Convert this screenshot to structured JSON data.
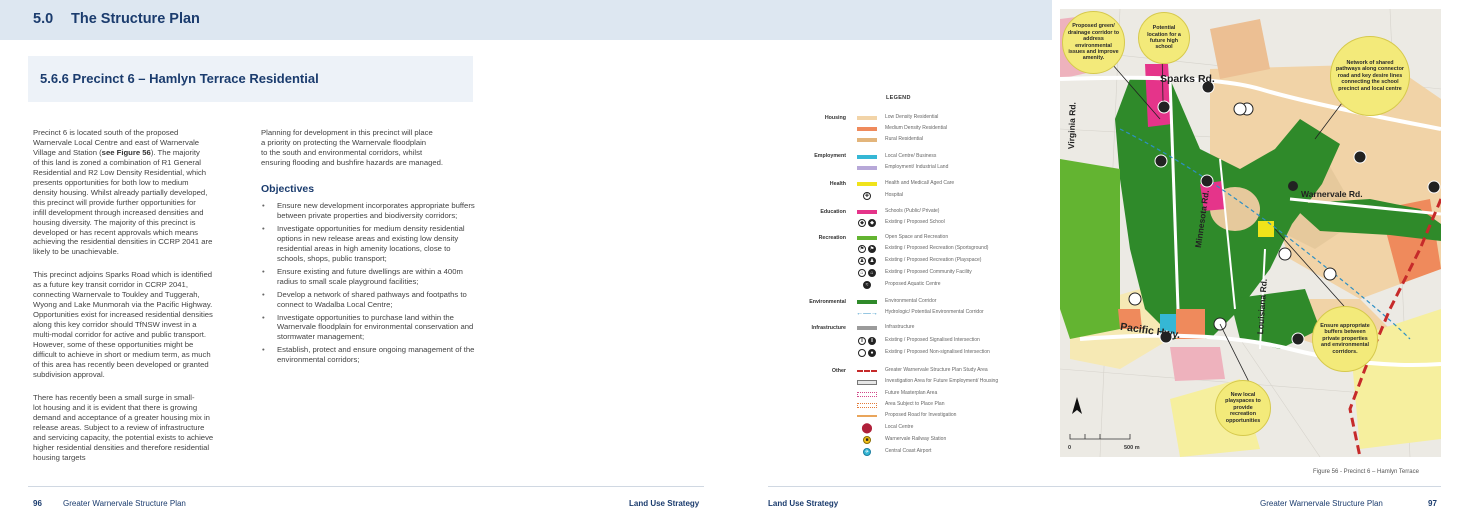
{
  "header": {
    "section_number": "5.0",
    "section_title": "The Structure Plan"
  },
  "precinct": {
    "heading": "5.6.6 Precinct 6 – Hamlyn Terrace Residential"
  },
  "left_column": {
    "para1_lines": [
      "Precinct 6 is located south of the proposed",
      "Warnervale Local Centre and east of Warnervale",
      "Village and Station (",
      "of this land is zoned a combination of R1 General",
      "Residential and R2 Low Density Residential, which",
      "presents opportunities for both low to medium",
      "density housing. Whilst already partially developed,",
      "this precinct will provide further opportunities for",
      "infill development through increased densities and",
      "housing diversity. The majority of this precinct is",
      "developed or has recent approvals which means",
      "achieving the residential densities in CCRP 2041 are",
      "likely to be unachievable."
    ],
    "para1_ref": "see Figure 56",
    "para1_ref_tail": "). The majority",
    "para2_lines": [
      "This precinct adjoins Sparks Road which is identified",
      "as a future key transit corridor in CCRP 2041,",
      "connecting Warnervale to Toukley and Tuggerah,",
      "Wyong and Lake Munmorah via the Pacific Highway.",
      "Opportunities exist for increased residential densities",
      "along this key corridor should TfNSW invest in a",
      "multi-modal corridor for active and public transport.",
      "However, some of these opportunities might be",
      "difficult to achieve in short or medium term, as much",
      "of this area has recently been developed or granted",
      "subdivision approval."
    ],
    "para3_lines": [
      "There has recently been a small surge in small-",
      "lot housing and it is evident that there is growing",
      "demand and acceptance of a greater housing mix in",
      "release areas. Subject to a review of infrastructure",
      "and servicing capacity, the potential exists to achieve",
      "higher residential densities and therefore residential",
      "housing targets"
    ]
  },
  "right_column": {
    "intro_lines": [
      "Planning for development in this precinct will place",
      "a priority on protecting the Warnervale floodplain",
      "to the south and environmental corridors, whilst",
      "ensuring flooding and bushfire hazards are managed."
    ],
    "objectives_heading": "Objectives",
    "objectives": [
      "Ensure new development incorporates appropriate buffers between private properties and biodiversity corridors;",
      "Investigate opportunities for medium density residential options in new release areas and existing low density residential areas in high amenity locations, close to schools, shops, public transport;",
      "Ensure existing and future dwellings are within a 400m radius to small scale playground facilities;",
      "Develop a network of shared pathways and footpaths to connect to Wadalba Local Centre;",
      "Investigate opportunities to purchase land within the Warnervale floodplain for environmental conservation and stormwater management;",
      "Establish, protect and ensure ongoing management of the environmental corridors;"
    ]
  },
  "footer": {
    "left_page": "96",
    "left_doc": "Greater Warnervale Structure Plan",
    "left_section": "Land Use Strategy",
    "right_section": "Land Use Strategy",
    "right_doc": "Greater Warnervale Structure Plan",
    "right_page": "97"
  },
  "legend": {
    "title": "LEGEND",
    "categories": {
      "housing": "Housing",
      "employment": "Employment",
      "health": "Health",
      "education": "Education",
      "recreation": "Recreation",
      "environmental": "Environmental",
      "infrastructure": "Infrastructure",
      "other": "Other"
    },
    "items": {
      "low_density": "Low Density Residential",
      "medium_density": "Medium Density Residential",
      "rural": "Rural Residential",
      "local_centre_business": "Local Centre/ Business",
      "employment_industrial": "Employment/ Industrial Land",
      "health_aged": "Health and Medical/ Aged Care",
      "hospital": "Hospital",
      "schools": "Schools (Public/ Private)",
      "school_points": "Existing / Proposed School",
      "open_space": "Open Space and Recreation",
      "rec_sport": "Existing / Proposed Recreation (Sportsground)",
      "rec_play": "Existing / Proposed Recreation (Playspace)",
      "community": "Existing / Proposed Community Facility",
      "aquatic": "Proposed Aquatic Centre",
      "env_corridor": "Environmental Corridor",
      "hydrologic": "Hydrologic/ Potential Environmental Corridor",
      "infrastructure": "Infrastructure",
      "signalised": "Existing / Proposed Signalised Intersection",
      "non_signalised": "Existing / Proposed Non-signalised Intersection",
      "study_area": "Greater Warnervale Structure Plan Study Area",
      "investigation": "Investigation Area for Future Employment/ Housing",
      "masterplan": "Future Masterplan Area",
      "place_plan": "Area Subject to Place Plan",
      "road_investigation": "Proposed Road for Investigation",
      "local_centre": "Local Centre",
      "station": "Warnervale Railway Station",
      "airport": "Central Coast Airport"
    },
    "colors": {
      "low_density": "#f2d4a8",
      "medium_density": "#ef8a5c",
      "rural": "#e3b57b",
      "local_centre": "#35b7d5",
      "employment": "#b7a8d8",
      "health": "#f0e31a",
      "schools": "#e5348a",
      "open_space": "#63b431",
      "env_corridor": "#2f8a2a",
      "infrastructure": "#9b9b9b",
      "study_area": "#c62a2a"
    }
  },
  "map": {
    "road_labels": {
      "sparks": "Sparks Rd.",
      "warnervale": "Warnervale Rd.",
      "virginia": "Virginia Rd.",
      "minnesota": "Minnesota Rd.",
      "louisiana": "Louisiana Rd.",
      "pacific": "Pacific Hwy."
    },
    "callouts": {
      "green_corridor": "Proposed green/ drainage corridor to address environmental issues and improve amenity.",
      "high_school": "Potential location for a future high school",
      "shared_paths": "Network of shared pathways along connector road and key desire lines connecting the school precinct and local centre",
      "buffers": "Ensure appropriate buffers between private properties and environmental corridors.",
      "playspaces": "New local playspaces to provide recreation opportunities"
    },
    "scale_start": "0",
    "scale_end": "500 m",
    "caption": "Figure 56 - Precinct 6 – Hamlyn Terrace"
  }
}
